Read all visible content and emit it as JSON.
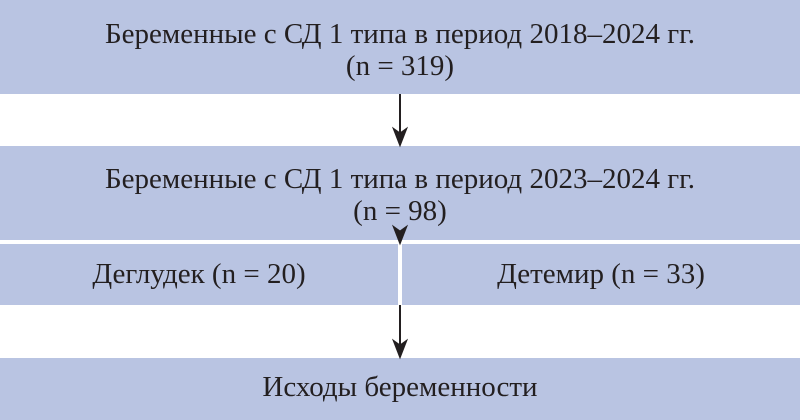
{
  "boxes": {
    "all_pregnant": {
      "line1": "Беременные с СД 1 типа в период 2018–2024 гг.",
      "line2": "(n = 319)"
    },
    "selected_pregnant": {
      "line1": "Беременные с СД 1 типа в период 2023–2024 гг.",
      "line2": "(n = 98)"
    },
    "groups": {
      "left": "Деглудек (n = 20)",
      "right": "Детемир (n = 33)"
    },
    "outcome": {
      "label": "Исходы беременности"
    }
  },
  "colors": {
    "box_fill": "#b9c4e2",
    "text": "#231f20",
    "arrow": "#231f20"
  }
}
